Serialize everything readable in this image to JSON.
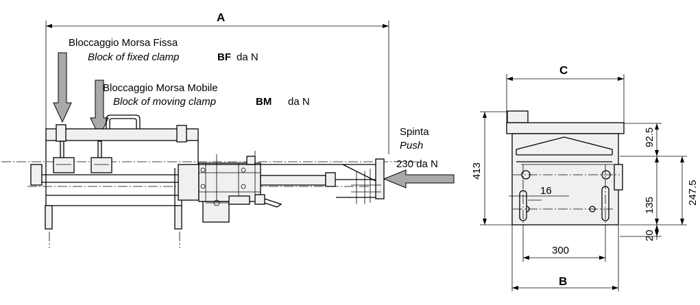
{
  "labels": {
    "dim_a": "A",
    "dim_c": "C",
    "dim_b": "B",
    "fixed_clamp_it": "Bloccaggio Morsa Fissa",
    "fixed_clamp_en": "Block of fixed clamp",
    "fixed_clamp_code": "BF",
    "fixed_clamp_unit": "da N",
    "moving_clamp_it": "Bloccaggio Morsa Mobile",
    "moving_clamp_en": "Block of moving clamp",
    "moving_clamp_code": "BM",
    "moving_clamp_unit": "da N",
    "push_it": "Spinta",
    "push_en": "Push",
    "push_value": "230 da N"
  },
  "dimensions": {
    "height_total": "413",
    "width_300": "300",
    "hole_16": "16",
    "d_92_5": "92.5",
    "d_135": "135",
    "d_20": "20",
    "d_247_5": "247.5"
  },
  "colors": {
    "arrow_fill": "#a9a9a9",
    "line": "#000000",
    "background": "#ffffff"
  }
}
